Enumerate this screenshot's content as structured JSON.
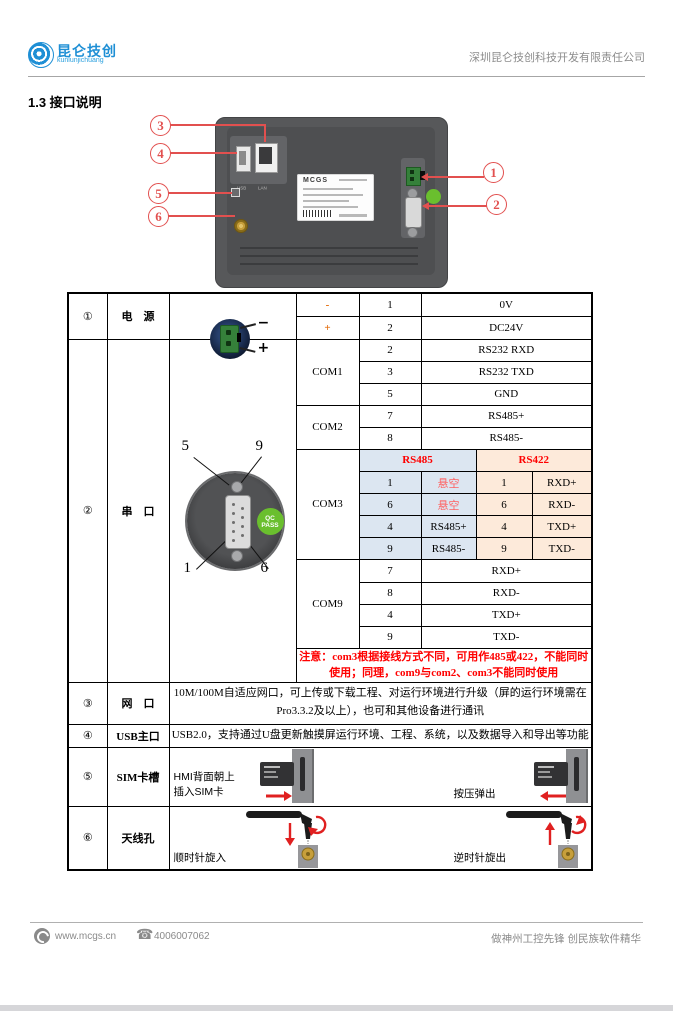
{
  "header": {
    "logo_title": "昆仑技创",
    "logo_subtitle": "kunlunjichuang",
    "company": "深圳昆仑技创科技开发有限责任公司"
  },
  "section_title": "1.3 接口说明",
  "figure": {
    "device_brand": "MCGS",
    "usb_label": "USB",
    "lan_label": "LAN",
    "callouts": {
      "power": "1",
      "serial": "2",
      "lan": "3",
      "usb": "4",
      "sim": "5",
      "antenna": "6"
    }
  },
  "table": {
    "power": {
      "num": "①",
      "name": "电　源",
      "connector": {
        "minus": "−",
        "plus": "+"
      },
      "rows": [
        {
          "sign": "-",
          "pin": "1",
          "desc": "0V"
        },
        {
          "sign": "+",
          "pin": "2",
          "desc": "DC24V"
        }
      ]
    },
    "serial": {
      "num": "②",
      "name": "串　口",
      "connector_pins": {
        "top_left": "5",
        "top_right": "9",
        "bottom_left": "1",
        "bottom_right": "6"
      },
      "qc_line1": "QC",
      "qc_line2": "PASS",
      "com1": {
        "label": "COM1",
        "pins": [
          {
            "pin": "2",
            "desc": "RS232 RXD"
          },
          {
            "pin": "3",
            "desc": "RS232 TXD"
          },
          {
            "pin": "5",
            "desc": "GND"
          }
        ]
      },
      "com2": {
        "label": "COM2",
        "pins": [
          {
            "pin": "7",
            "desc": "RS485+"
          },
          {
            "pin": "8",
            "desc": "RS485-"
          }
        ]
      },
      "com3": {
        "label": "COM3",
        "col485": "RS485",
        "col422": "RS422",
        "rows": [
          {
            "p485": "1",
            "v485": "悬空",
            "p422": "1",
            "v422": "RXD+"
          },
          {
            "p485": "6",
            "v485": "悬空",
            "p422": "6",
            "v422": "RXD-"
          },
          {
            "p485": "4",
            "v485": "RS485+",
            "p422": "4",
            "v422": "TXD+"
          },
          {
            "p485": "9",
            "v485": "RS485-",
            "p422": "9",
            "v422": "TXD-"
          }
        ]
      },
      "com9": {
        "label": "COM9",
        "pins": [
          {
            "pin": "7",
            "desc": "RXD+"
          },
          {
            "pin": "8",
            "desc": "RXD-"
          },
          {
            "pin": "4",
            "desc": "TXD+"
          },
          {
            "pin": "9",
            "desc": "TXD-"
          }
        ]
      },
      "note": "注意：com3根据接线方式不同，可用作485或422，不能同时使用；同理，com9与com2、com3不能同时使用"
    },
    "lan": {
      "num": "③",
      "name": "网　口",
      "desc": "10M/100M自适应网口，可上传或下载工程、对运行环境进行升级（屏的运行环境需在Pro3.3.2及以上），也可和其他设备进行通讯"
    },
    "usb": {
      "num": "④",
      "name": "USB主口",
      "desc": "USB2.0，支持通过U盘更新触摸屏运行环境、工程、系统，以及数据导入和导出等功能"
    },
    "sim": {
      "num": "⑤",
      "name": "SIM卡槽",
      "insert_line1": "HMI背面朝上",
      "insert_line2": "插入SIM卡",
      "eject_text": "按压弹出"
    },
    "antenna": {
      "num": "⑥",
      "name": "天线孔",
      "screw_in": "顺时针旋入",
      "screw_out": "逆时针旋出"
    }
  },
  "footer": {
    "website": "www.mcgs.cn",
    "phone": "4006007062",
    "slogan": "做神州工控先锋 创民族软件精华"
  },
  "colors": {
    "logo_blue": "#1e8fd5",
    "callout_red": "#e2504f",
    "note_red": "#ff0000",
    "rs485_bg": "#dce6f1",
    "rs422_bg": "#fdeada",
    "sign_orange": "#e36c0a"
  }
}
